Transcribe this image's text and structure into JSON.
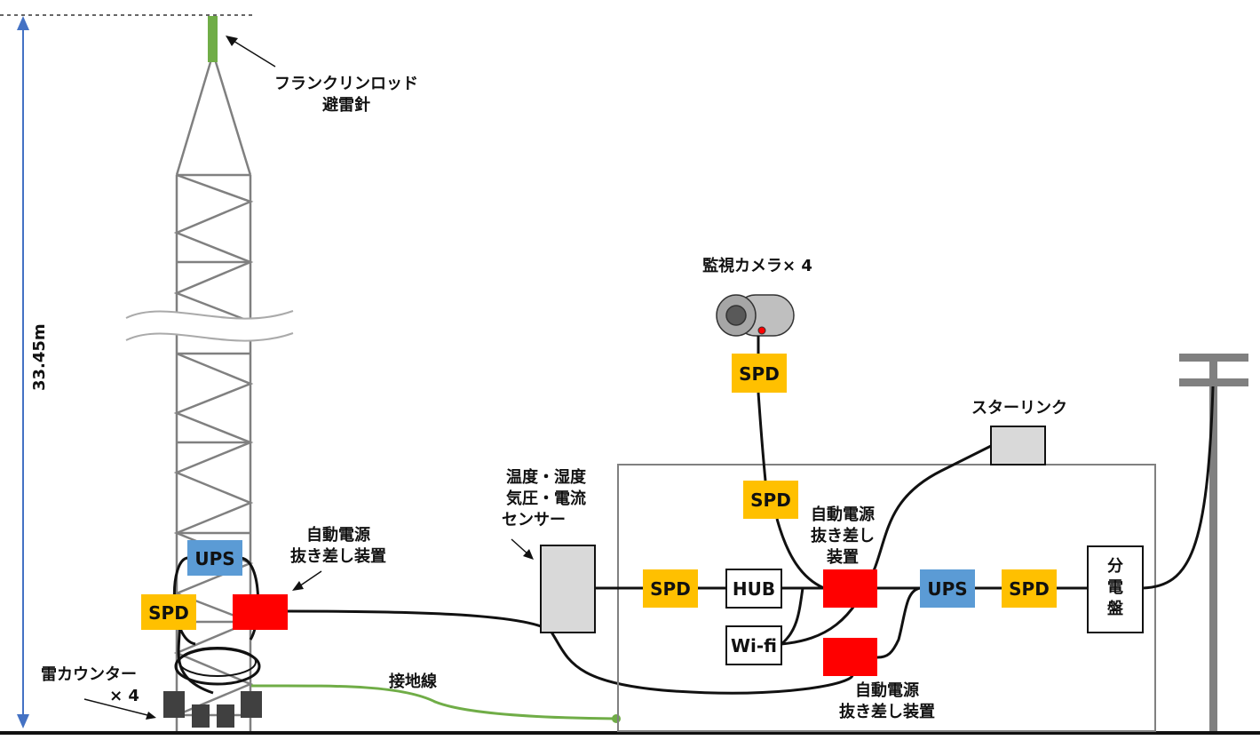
{
  "height_label": "33.45m",
  "tower": {
    "rod_label_line1": "フランクリンロッド",
    "rod_label_line2": "避雷針",
    "ups": "UPS",
    "spd": "SPD",
    "auto_device_line1": "自動電源",
    "auto_device_line2": "抜き差し装置",
    "counter_line1": "雷カウンター",
    "counter_line2": "× 4"
  },
  "ground_wire_label": "接地線",
  "camera_label": "監視カメラ× 4",
  "starlink_label": "スターリンク",
  "sensor_label_line1": "温度・湿度",
  "sensor_label_line2": "気圧・電流",
  "sensor_label_line3": "センサー",
  "building": {
    "spd_camera_top": "SPD",
    "spd_camera_mid": "SPD",
    "spd_sensor": "SPD",
    "hub": "HUB",
    "wifi": "Wi-fi",
    "auto_top_line1": "自動電源",
    "auto_top_line2": "抜き差し",
    "auto_top_line3": "装置",
    "ups": "UPS",
    "spd_right": "SPD",
    "panel_line1": "分",
    "panel_line2": "電",
    "panel_line3": "盤",
    "auto_bottom_line1": "自動電源",
    "auto_bottom_line2": "抜き差し装置"
  },
  "colors": {
    "spd": "#FFC000",
    "ups": "#5B9BD5",
    "auto_device": "#FF0000",
    "ground_wire": "#70AD47",
    "tower": "#808080",
    "counter": "#404040",
    "sensor": "#D9D9D9"
  }
}
